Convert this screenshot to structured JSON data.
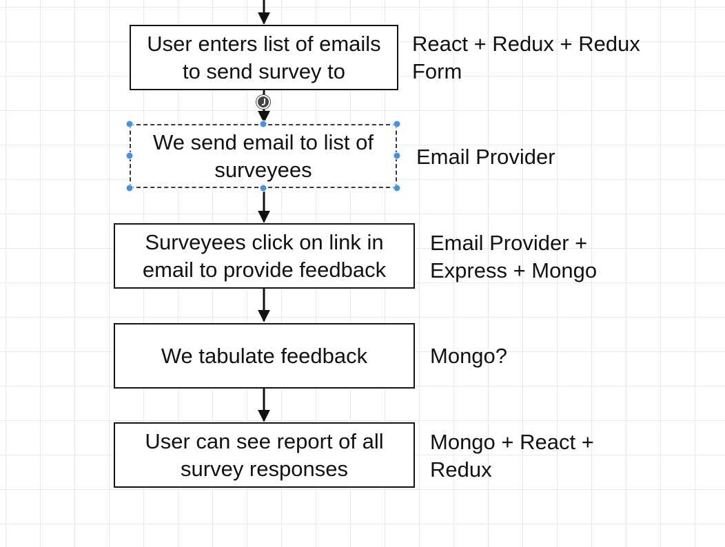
{
  "diagram": {
    "steps": [
      {
        "label": "User enters list of emails to send survey to",
        "lines": [
          "User enters list of emails",
          "to send survey to"
        ],
        "tech_lines": [
          "React + Redux + Redux",
          "Form"
        ]
      },
      {
        "label": "We send email to list of surveyees",
        "lines": [
          "We send email to list of",
          "surveyees"
        ],
        "tech_lines": [
          "Email Provider"
        ],
        "selected": true
      },
      {
        "label": "Surveyees click on link in email to provide feedback",
        "lines": [
          "Surveyees click on link in",
          "email to provide feedback"
        ],
        "tech_lines": [
          "Email Provider +",
          "Express + Mongo"
        ]
      },
      {
        "label": "We tabulate feedback",
        "lines": [
          "We tabulate feedback"
        ],
        "tech_lines": [
          "Mongo?"
        ]
      },
      {
        "label": "User can see report of all survey responses",
        "lines": [
          "User can see report of all",
          "survey responses"
        ],
        "tech_lines": [
          "Mongo + React +",
          "Redux"
        ]
      }
    ],
    "colors": {
      "stroke": "#111111",
      "selection_handle": "#4a90e2",
      "grid": "#e9e9e9",
      "background": "#ffffff"
    }
  }
}
